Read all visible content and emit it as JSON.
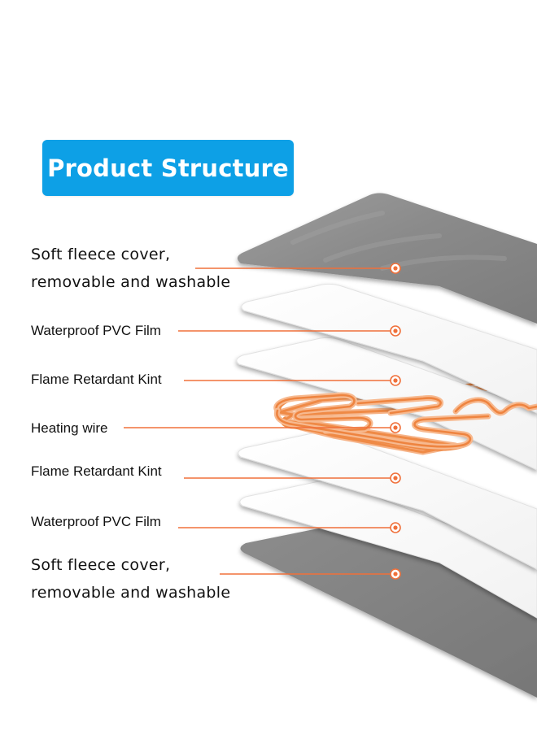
{
  "title": "Product Structure",
  "layers": [
    {
      "label_lines": [
        "Soft fleece cover,",
        "removable and washable"
      ],
      "material": "fleece"
    },
    {
      "label_lines": [
        "Waterproof PVC Film"
      ],
      "material": "film"
    },
    {
      "label_lines": [
        "Flame Retardant Kint"
      ],
      "material": "knit"
    },
    {
      "label_lines": [
        "Heating wire"
      ],
      "material": "wire"
    },
    {
      "label_lines": [
        "Flame Retardant Kint"
      ],
      "material": "knit"
    },
    {
      "label_lines": [
        "Waterproof PVC Film"
      ],
      "material": "film"
    },
    {
      "label_lines": [
        "Soft fleece cover,",
        "removable and washable"
      ],
      "material": "fleece"
    }
  ],
  "colors": {
    "badge": "#0da0e6",
    "leader": "#f0703a",
    "fleece": "#8e8e8e",
    "film": "#f7f7f7",
    "wire": "#f08a4b"
  }
}
